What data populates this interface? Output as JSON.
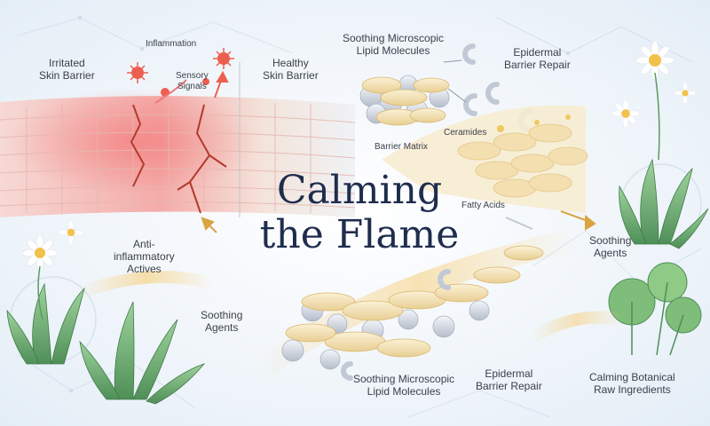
{
  "title": {
    "line1": "Calming",
    "line2": "the Flame"
  },
  "labels": {
    "irritated_skin_barrier": [
      "Irritated",
      "Skin Barrier"
    ],
    "inflammation": "Inflammation",
    "sensory_signals": [
      "Sensory",
      "Signals"
    ],
    "healthy_skin_barrier": [
      "Healthy",
      "Skin Barrier"
    ],
    "lipid_molecules_top": [
      "Soothing Microscopic",
      "Lipid Molecules"
    ],
    "epidermal_repair_top": [
      "Epidermal",
      "Barrier Repair"
    ],
    "barrier_matrix": "Barrier Matrix",
    "ceramides": "Ceramides",
    "fatty_acids": "Fatty Acids",
    "anti_inflammatory": [
      "Anti-",
      "inflammatory",
      "Actives"
    ],
    "soothing_agents_left": [
      "Soothing",
      "Agents"
    ],
    "soothing_agents_right": [
      "Soothing",
      "Agents"
    ],
    "lipid_molecules_bottom": [
      "Soothing Microscopic",
      "Lipid Molecules"
    ],
    "epidermal_repair_bottom": [
      "Epidermal",
      "Barrier Repair"
    ],
    "calming_botanical": [
      "Calming Botanical",
      "Raw Ingredients"
    ]
  },
  "colors": {
    "inflamed": "#f07a7a",
    "skin": "#f6ecd8",
    "lipid": "#f1dfb0",
    "molecule_gray": "#c9d0dc",
    "aloe": "#6fae74",
    "title": "#1f2d4d"
  }
}
